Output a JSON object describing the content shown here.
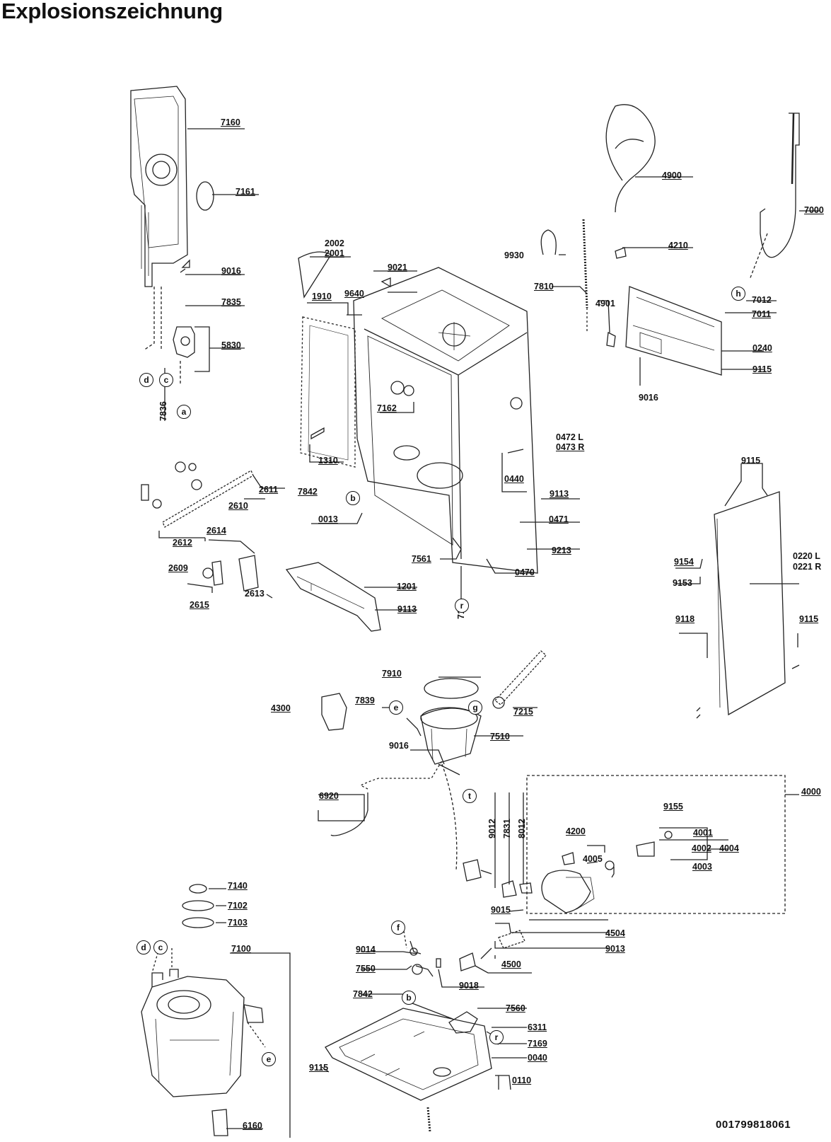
{
  "title": "Explosionszeichnung",
  "drawing_code": "001799818061",
  "part_labels": [
    {
      "id": "7160",
      "text": "7160"
    },
    {
      "id": "7161",
      "text": "7161"
    },
    {
      "id": "9016a",
      "text": "9016"
    },
    {
      "id": "7835",
      "text": "7835"
    },
    {
      "id": "5830",
      "text": "5830"
    },
    {
      "id": "7836",
      "text": "7836"
    },
    {
      "id": "2002",
      "text": "2002"
    },
    {
      "id": "2001",
      "text": "2001"
    },
    {
      "id": "9021",
      "text": "9021"
    },
    {
      "id": "1910",
      "text": "1910"
    },
    {
      "id": "9640",
      "text": "9640"
    },
    {
      "id": "7162",
      "text": "7162"
    },
    {
      "id": "1310",
      "text": "1310"
    },
    {
      "id": "7842a",
      "text": "7842"
    },
    {
      "id": "0013",
      "text": "0013"
    },
    {
      "id": "0472",
      "text": "0472 L"
    },
    {
      "id": "0473",
      "text": "0473 R"
    },
    {
      "id": "0440",
      "text": "0440"
    },
    {
      "id": "9113a",
      "text": "9113"
    },
    {
      "id": "0471",
      "text": "0471"
    },
    {
      "id": "9213",
      "text": "9213"
    },
    {
      "id": "7561",
      "text": "7561"
    },
    {
      "id": "0470",
      "text": "0470"
    },
    {
      "id": "7169a",
      "text": "7169"
    },
    {
      "id": "4900",
      "text": "4900"
    },
    {
      "id": "7000",
      "text": "7000"
    },
    {
      "id": "9930",
      "text": "9930"
    },
    {
      "id": "4210",
      "text": "4210"
    },
    {
      "id": "7810",
      "text": "7810"
    },
    {
      "id": "4901",
      "text": "4901"
    },
    {
      "id": "7012",
      "text": "7012"
    },
    {
      "id": "7011",
      "text": "7011"
    },
    {
      "id": "0240",
      "text": "0240"
    },
    {
      "id": "9115a",
      "text": "9115"
    },
    {
      "id": "9016b",
      "text": "9016"
    },
    {
      "id": "2611",
      "text": "2611"
    },
    {
      "id": "2610",
      "text": "2610"
    },
    {
      "id": "2612",
      "text": "2612"
    },
    {
      "id": "2614",
      "text": "2614"
    },
    {
      "id": "2609",
      "text": "2609"
    },
    {
      "id": "2615",
      "text": "2615"
    },
    {
      "id": "2613",
      "text": "2613"
    },
    {
      "id": "1201",
      "text": "1201"
    },
    {
      "id": "9113b",
      "text": "9113"
    },
    {
      "id": "9115b",
      "text": "9115"
    },
    {
      "id": "9154",
      "text": "9154"
    },
    {
      "id": "9153",
      "text": "9153"
    },
    {
      "id": "0220",
      "text": "0220 L"
    },
    {
      "id": "0221",
      "text": "0221 R"
    },
    {
      "id": "9118",
      "text": "9118"
    },
    {
      "id": "9115c",
      "text": "9115"
    },
    {
      "id": "7910",
      "text": "7910"
    },
    {
      "id": "4300",
      "text": "4300"
    },
    {
      "id": "7839",
      "text": "7839"
    },
    {
      "id": "7215",
      "text": "7215"
    },
    {
      "id": "9016c",
      "text": "9016"
    },
    {
      "id": "7510",
      "text": "7510"
    },
    {
      "id": "6920",
      "text": "6920"
    },
    {
      "id": "4000",
      "text": "4000"
    },
    {
      "id": "9155",
      "text": "9155"
    },
    {
      "id": "9012a",
      "text": "9012"
    },
    {
      "id": "7831",
      "text": "7831"
    },
    {
      "id": "8012",
      "text": "8012"
    },
    {
      "id": "4200",
      "text": "4200"
    },
    {
      "id": "4001",
      "text": "4001"
    },
    {
      "id": "4002",
      "text": "4002"
    },
    {
      "id": "4004",
      "text": "4004"
    },
    {
      "id": "4003",
      "text": "4003"
    },
    {
      "id": "4005",
      "text": "4005"
    },
    {
      "id": "9015",
      "text": "9015"
    },
    {
      "id": "4504",
      "text": "4504"
    },
    {
      "id": "9013",
      "text": "9013"
    },
    {
      "id": "4500",
      "text": "4500"
    },
    {
      "id": "7140",
      "text": "7140"
    },
    {
      "id": "7102",
      "text": "7102"
    },
    {
      "id": "7103",
      "text": "7103"
    },
    {
      "id": "7100",
      "text": "7100"
    },
    {
      "id": "6160",
      "text": "6160"
    },
    {
      "id": "9014",
      "text": "9014"
    },
    {
      "id": "7550",
      "text": "7550"
    },
    {
      "id": "9018",
      "text": "9018"
    },
    {
      "id": "7842b",
      "text": "7842"
    },
    {
      "id": "7560",
      "text": "7560"
    },
    {
      "id": "6311",
      "text": "6311"
    },
    {
      "id": "7169b",
      "text": "7169"
    },
    {
      "id": "0040",
      "text": "0040"
    },
    {
      "id": "9115d",
      "text": "9115"
    },
    {
      "id": "0110",
      "text": "0110"
    }
  ],
  "reference_markers": [
    "d",
    "c",
    "a",
    "b",
    "r",
    "e",
    "g",
    "t",
    "h",
    "f",
    "d",
    "c",
    "e",
    "b",
    "r"
  ]
}
